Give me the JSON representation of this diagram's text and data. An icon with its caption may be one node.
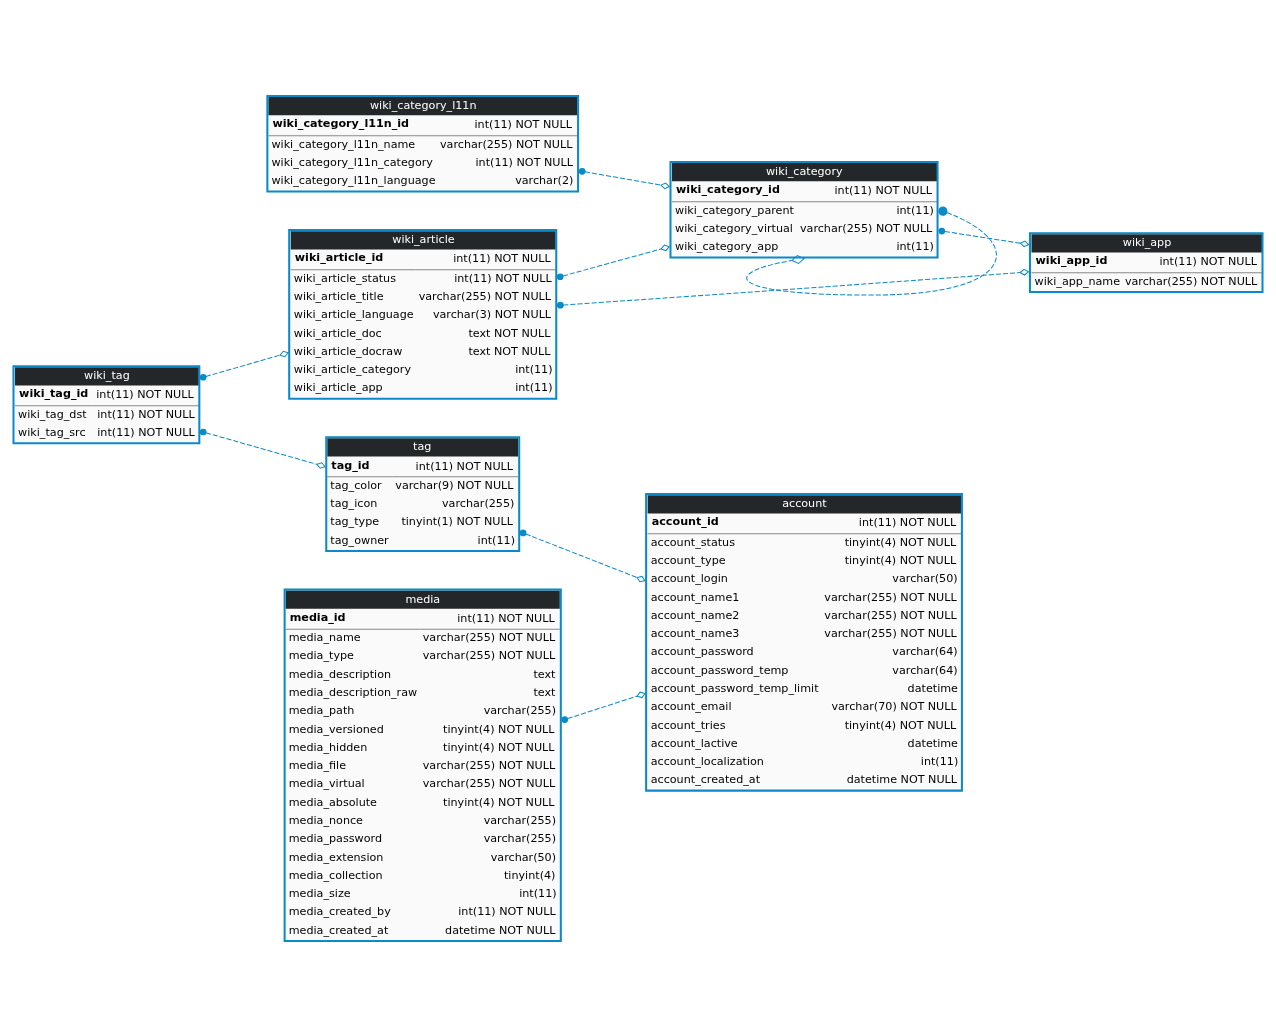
{
  "diagram": {
    "nodes": [
      {
        "text": [
          "wiki_article",
          "wiki_article_id",
          "int(11) NOT NULL",
          "wiki_article_status",
          "int(11) NOT NULL",
          "wiki_article_title",
          "varchar(255) NOT NULL",
          "wiki_article_language",
          "varchar(3) NOT NULL",
          "wiki_article_doc",
          "text NOT NULL",
          "wiki_article_docraw",
          "text NOT NULL",
          "wiki_article_category",
          "int(11)",
          "wiki_article_app",
          "int(11)"
        ]
      },
      {
        "text": [
          "wiki_app",
          "wiki_app_id",
          "int(11) NOT NULL",
          "wiki_app_name",
          "varchar(255) NOT NULL"
        ]
      },
      {
        "text": [
          "wiki_category",
          "wiki_category_id",
          "int(11) NOT NULL",
          "wiki_category_parent",
          "int(11)",
          "wiki_category_virtual",
          "varchar(255) NOT NULL",
          "wiki_category_app",
          "int(11)"
        ]
      },
      {
        "text": [
          "wiki_tag",
          "wiki_tag_id",
          "int(11) NOT NULL",
          "wiki_tag_dst",
          "int(11) NOT NULL",
          "wiki_tag_src",
          "int(11) NOT NULL"
        ]
      },
      {
        "text": [
          "wiki_category_l11n",
          "wiki_category_l11n_id",
          "int(11) NOT NULL",
          "wiki_category_l11n_name",
          "varchar(255) NOT NULL",
          "wiki_category_l11n_category",
          "int(11) NOT NULL",
          "wiki_category_l11n_language",
          "varchar(2)"
        ]
      },
      {
        "text": [
          "tag",
          "tag_id",
          "int(11) NOT NULL",
          "tag_color",
          "varchar(9) NOT NULL",
          "tag_icon",
          "varchar(255)",
          "tag_type",
          "tinyint(1) NOT NULL",
          "tag_owner",
          "int(11)"
        ]
      },
      {
        "text": [
          "account",
          "account_id",
          "int(11) NOT NULL",
          "account_status",
          "tinyint(4) NOT NULL",
          "account_type",
          "tinyint(4) NOT NULL",
          "account_login",
          "varchar(50)",
          "account_name1",
          "varchar(255) NOT NULL",
          "account_name2",
          "varchar(255) NOT NULL",
          "account_name3",
          "varchar(255) NOT NULL",
          "account_password",
          "varchar(64)",
          "account_password_temp",
          "varchar(64)",
          "account_password_temp_limit",
          "datetime",
          "account_email",
          "varchar(70) NOT NULL",
          "account_tries",
          "tinyint(4) NOT NULL",
          "account_lactive",
          "datetime",
          "account_localization",
          "int(11)",
          "account_created_at",
          "datetime NOT NULL"
        ]
      },
      {
        "text": [
          "media",
          "media_id",
          "int(11) NOT NULL",
          "media_name",
          "varchar(255) NOT NULL",
          "media_type",
          "varchar(255) NOT NULL",
          "media_description",
          "text",
          "media_description_raw",
          "text",
          "media_path",
          "varchar(255)",
          "media_versioned",
          "tinyint(4) NOT NULL",
          "media_hidden",
          "tinyint(4) NOT NULL",
          "media_file",
          "varchar(255) NOT NULL",
          "media_virtual",
          "varchar(255) NOT NULL",
          "media_absolute",
          "tinyint(4) NOT NULL",
          "media_nonce",
          "varchar(255)",
          "media_password",
          "varchar(255)",
          "media_extension",
          "varchar(50)",
          "media_collection",
          "tinyint(4)",
          "media_size",
          "int(11)",
          "media_created_by",
          "int(11) NOT NULL",
          "media_created_at",
          "datetime NOT NULL"
        ]
      }
    ],
    "edges": [
      {
        "from": 0,
        "to": 1,
        "arrow": "other",
        "style": "dashed"
      },
      {
        "from": 0,
        "to": 2,
        "arrow": "other",
        "style": "dashed"
      },
      {
        "from": 2,
        "to": 1,
        "arrow": "other",
        "style": "dashed"
      },
      {
        "from": 4,
        "to": 2,
        "arrow": "other",
        "style": "dashed"
      },
      {
        "from": 2,
        "to": 2,
        "arrow": "other",
        "style": "dashed"
      },
      {
        "from": 3,
        "to": 0,
        "arrow": "other",
        "style": "dashed"
      },
      {
        "from": 3,
        "to": 5,
        "arrow": "other",
        "style": "dashed"
      },
      {
        "from": 5,
        "to": 6,
        "arrow": "other",
        "style": "dashed"
      },
      {
        "from": 7,
        "to": 6,
        "arrow": "other",
        "style": "dashed"
      }
    ]
  }
}
